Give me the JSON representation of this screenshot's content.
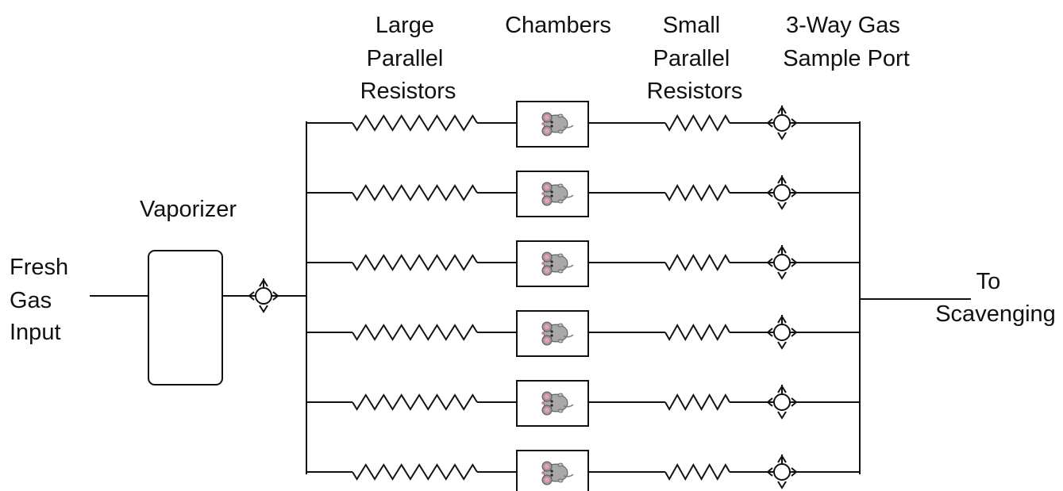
{
  "labels": {
    "large_resistors": [
      "Large",
      "Parallel",
      "Resistors"
    ],
    "chambers": [
      "Chambers"
    ],
    "small_resistors": [
      "Small",
      "Parallel",
      "Resistors"
    ],
    "sample_port": [
      "3-Way Gas",
      "Sample Port"
    ],
    "vaporizer": [
      "Vaporizer"
    ],
    "fresh_gas": [
      "Fresh",
      "Gas",
      "Input"
    ],
    "scavenging": [
      "To",
      "Scavenging"
    ]
  },
  "branches": 6,
  "icons": {
    "chamber_content": "mouse-icon",
    "valve": "three-way-valve-icon",
    "resistor": "resistor-icon"
  }
}
